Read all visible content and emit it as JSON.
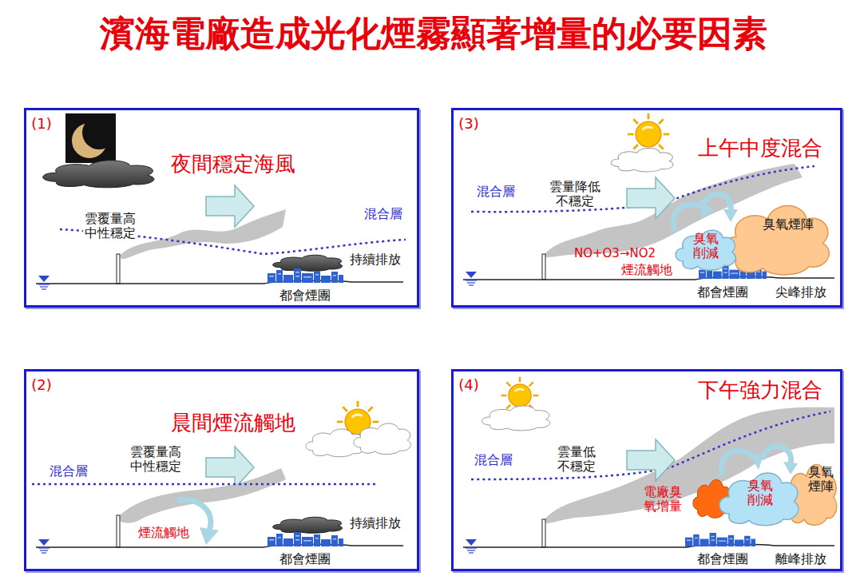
{
  "diagram": {
    "title": "濱海電廠造成光化煙霧顯著增量的必要因素",
    "nodes": [
      {
        "text": [
          "(1)",
          "夜間穩定海風"
        ]
      },
      {
        "text": [
          "(3)",
          "上午中度混合"
        ]
      },
      {
        "text": [
          "臭氧 削減"
        ],
        "in": 1
      },
      {
        "text": [
          "臭氧煙陣"
        ],
        "in": 1
      },
      {
        "text": [
          "(2)",
          "晨間煙流觸地"
        ]
      },
      {
        "text": [
          "(4)",
          "下午強力混合"
        ]
      },
      {
        "text": [
          "臭氧 削減"
        ],
        "in": 5
      },
      {
        "text": [
          "臭氧 煙陣"
        ],
        "in": 5
      }
    ],
    "labels": [
      "雲覆量高 中性穩定",
      "混合層",
      "持續排放",
      "都會煙團",
      "混合層",
      "雲量降低 不穩定",
      "NO+O3→NO2",
      "煙流觸地",
      "都會煙團",
      "尖峰排放",
      "雲覆量高 中性穩定",
      "混合層",
      "煙流觸地",
      "持續排放",
      "都會煙團",
      "混合層",
      "雲量低 不穩定",
      "電廠臭 氧增量",
      "都會煙團",
      "離峰排放"
    ]
  }
}
